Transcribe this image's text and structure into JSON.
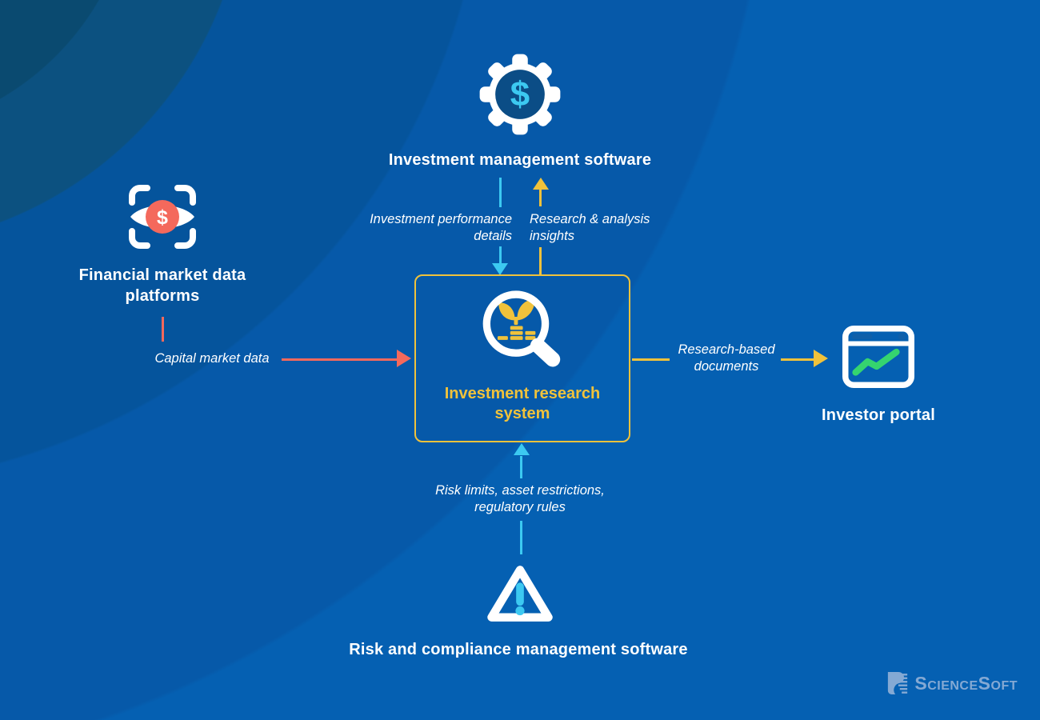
{
  "nodes": {
    "investment_management": {
      "label": "Investment management software",
      "icon": "gear-dollar-icon"
    },
    "financial_market_data": {
      "label": "Financial market data\nplatforms",
      "icon": "eye-dollar-scan-icon"
    },
    "investment_research": {
      "label": "Investment research\nsystem",
      "icon": "magnifier-growth-icon"
    },
    "investor_portal": {
      "label": "Investor portal",
      "icon": "browser-chart-icon"
    },
    "risk_compliance": {
      "label": "Risk and compliance management software",
      "icon": "warning-triangle-icon"
    }
  },
  "flows": {
    "performance": {
      "label": "Investment performance\ndetails",
      "from": "investment_management",
      "to": "investment_research",
      "color": "#3CC9F1"
    },
    "insights": {
      "label": "Research & analysis\ninsights",
      "from": "investment_research",
      "to": "investment_management",
      "color": "#F0C23B"
    },
    "capital": {
      "label": "Capital market data",
      "from": "financial_market_data",
      "to": "investment_research",
      "color": "#F4695C"
    },
    "documents": {
      "label": "Research-based\ndocuments",
      "from": "investment_research",
      "to": "investor_portal",
      "color": "#F0C23B"
    },
    "risk_rules": {
      "label": "Risk limits, asset restrictions,\nregulatory rules",
      "from": "risk_compliance",
      "to": "investment_research",
      "color": "#3CC9F1"
    }
  },
  "glyphs": {
    "dollar": "$"
  },
  "colors": {
    "background": "#0560B2",
    "background_rings": [
      "#0A4A70",
      "#0C5180",
      "#05549C",
      "#0659A9"
    ],
    "accent_yellow": "#F0C23B",
    "accent_cyan": "#3CC9F1",
    "accent_coral": "#F4695C",
    "accent_green": "#35D46F",
    "text_white": "#FFFFFF",
    "logo_blue": "#84A9D4"
  },
  "branding": {
    "logo_text": "ScienceSoft"
  }
}
